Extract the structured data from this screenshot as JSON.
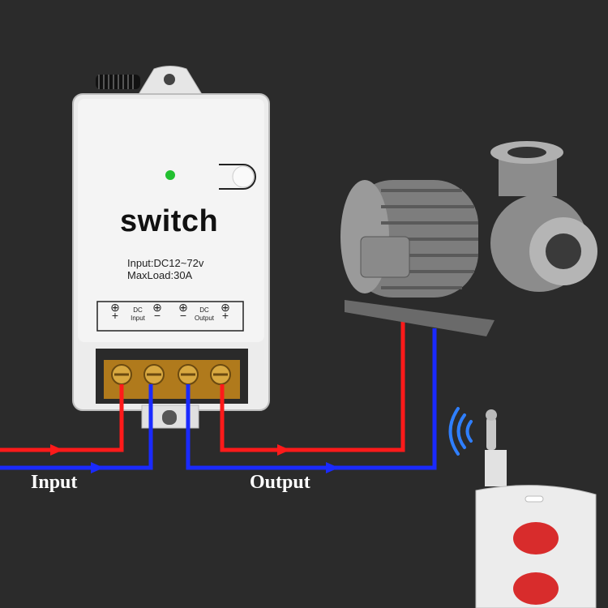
{
  "device": {
    "title": "switch",
    "spec_input": "Input:DC12~72v",
    "spec_load": "MaxLoad:30A",
    "terminal_labels": {
      "dc1": "DC",
      "input": "Input",
      "dc2": "DC",
      "output": "Output"
    },
    "polarity": [
      "+",
      "−",
      "−",
      "+"
    ],
    "led_color": "#22c030"
  },
  "wiring": {
    "input_label": "Input",
    "output_label": "Output",
    "positive_color": "#ff1a1a",
    "negative_color": "#1a2aff"
  },
  "icons": [
    "antenna-coil-icon",
    "led-indicator-icon",
    "button-icon",
    "terminal-screw-icon",
    "wifi-signal-icon",
    "water-pump-icon",
    "remote-control-icon"
  ]
}
